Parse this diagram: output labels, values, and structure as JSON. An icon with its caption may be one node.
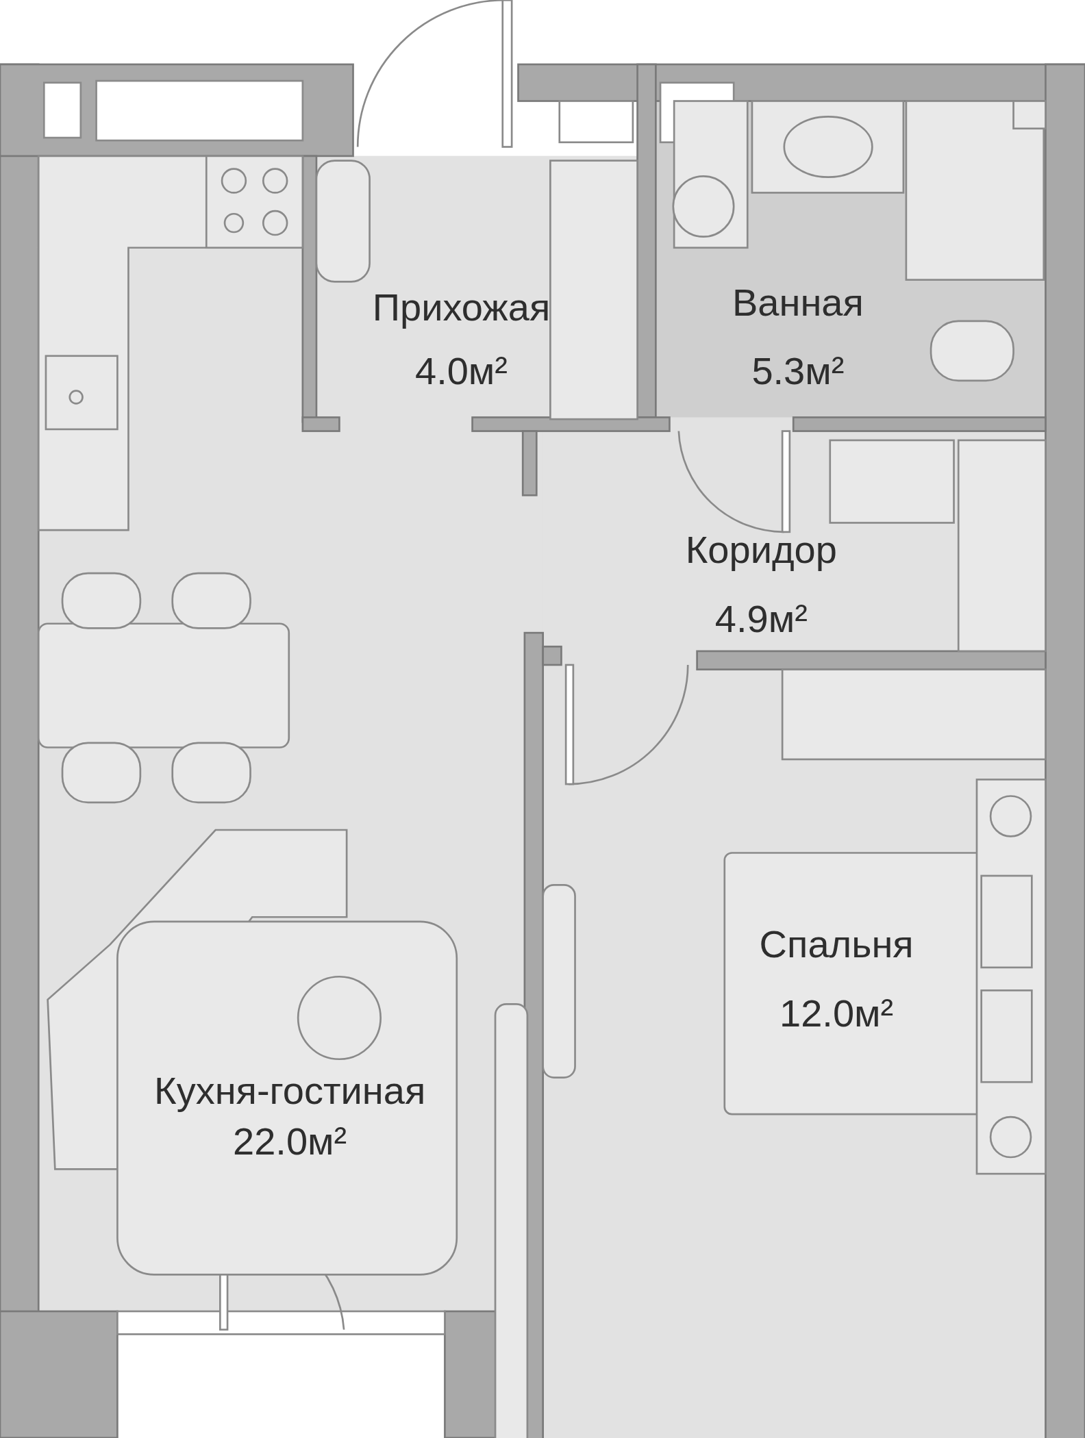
{
  "diagram": {
    "nodes": [
      {
        "text": [
          "Прихожая",
          "4.0м²"
        ]
      },
      {
        "text": [
          "Ванная",
          "5.3м²"
        ]
      },
      {
        "text": [
          "Коридор",
          "4.9м²"
        ]
      },
      {
        "text": [
          "Спальня",
          "12.0м²"
        ]
      },
      {
        "text": [
          "Кухня-гостиная",
          "22.0м²"
        ]
      }
    ]
  }
}
